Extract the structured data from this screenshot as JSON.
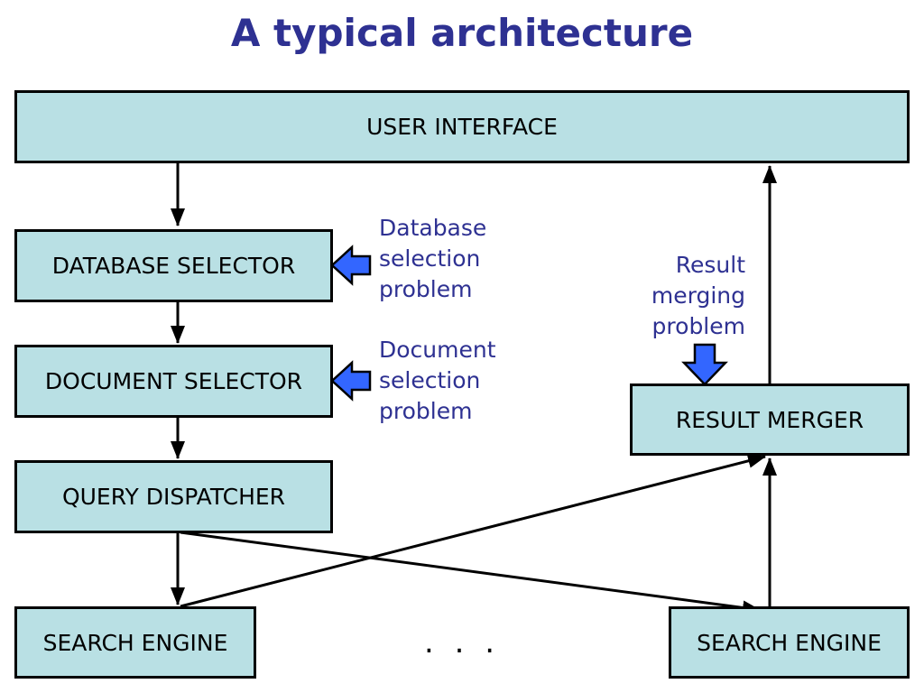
{
  "title": "A typical architecture",
  "boxes": {
    "user_interface": "USER INTERFACE",
    "database_selector": "DATABASE SELECTOR",
    "document_selector": "DOCUMENT SELECTOR",
    "query_dispatcher": "QUERY DISPATCHER",
    "result_merger": "RESULT MERGER",
    "search_engine_left": "SEARCH ENGINE",
    "search_engine_right": "SEARCH ENGINE"
  },
  "notes": {
    "database_selection": [
      "Database",
      "selection",
      "problem"
    ],
    "document_selection": [
      "Document",
      "selection",
      "problem"
    ],
    "result_merging": [
      "Result",
      "merging",
      "problem"
    ]
  },
  "ellipsis": ". . .",
  "colors": {
    "box_fill": "#b9e0e4",
    "note_text": "#2e3192",
    "block_arrow": "#3366ff"
  }
}
